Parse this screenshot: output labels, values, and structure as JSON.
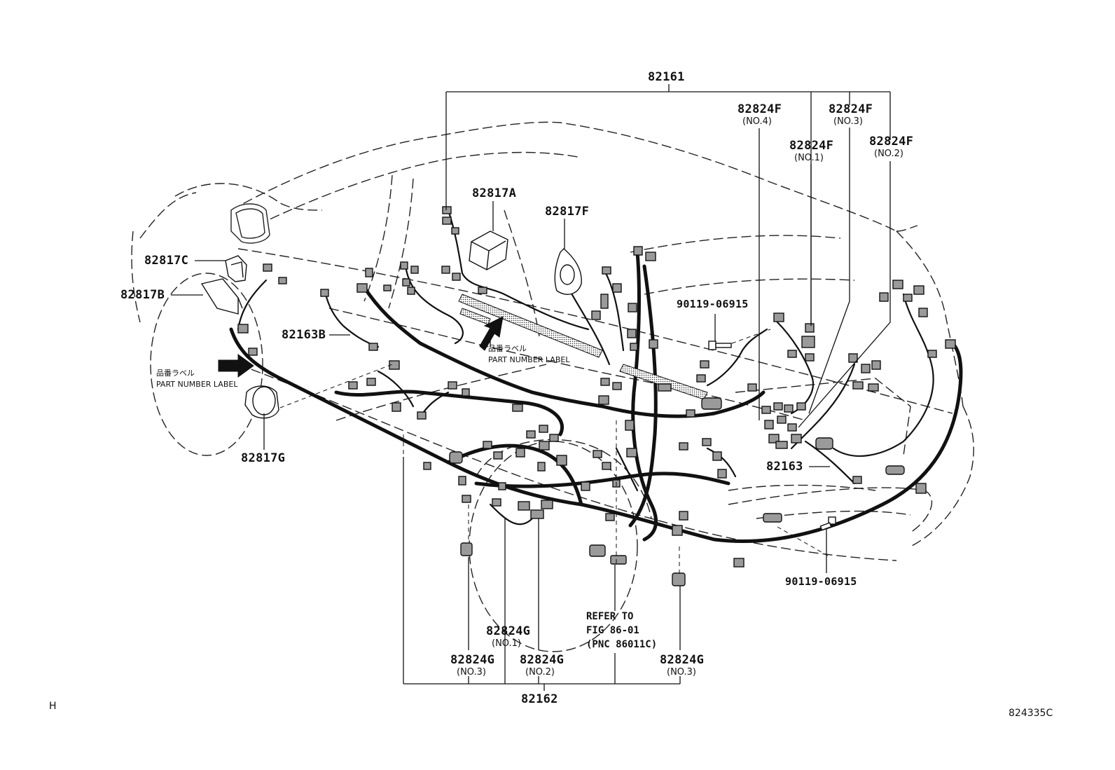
{
  "diagram": {
    "labels": {
      "harness_top": "82161",
      "harness_bottom": "82162",
      "harness_rear": "82163",
      "harness_side": "82163B",
      "conn_f4": "82824F",
      "conn_f4_no": "(NO.4)",
      "conn_f3": "82824F",
      "conn_f3_no": "(NO.3)",
      "conn_f1": "82824F",
      "conn_f1_no": "(NO.1)",
      "conn_f2": "82824F",
      "conn_f2_no": "(NO.2)",
      "block_a": "82817A",
      "block_f": "82817F",
      "block_c": "82817C",
      "block_b": "82817B",
      "block_g": "82817G",
      "bolt_upper": "90119-06915",
      "bolt_lower": "90119-06915",
      "label_jp_center": "品番ラベル",
      "label_en_center": "PART NUMBER LABEL",
      "label_jp_left": "品番ラベル",
      "label_en_left": "PART NUMBER LABEL",
      "conn_g1": "82824G",
      "conn_g1_no": "(NO.1)",
      "conn_g2": "82824G",
      "conn_g2_no": "(NO.2)",
      "conn_g3_left": "82824G",
      "conn_g3_left_no": "(NO.3)",
      "conn_g3_right": "82824G",
      "conn_g3_right_no": "(NO.3)",
      "refer_line1": "REFER TO",
      "refer_line2": "FIG 86-01",
      "refer_line3": "(PNC 86011C)",
      "corner_left": "H",
      "figure_code": "824335C"
    },
    "colors": {
      "ink": "#111111",
      "paper": "#ffffff",
      "connector_fill": "#9a9a9a"
    }
  }
}
